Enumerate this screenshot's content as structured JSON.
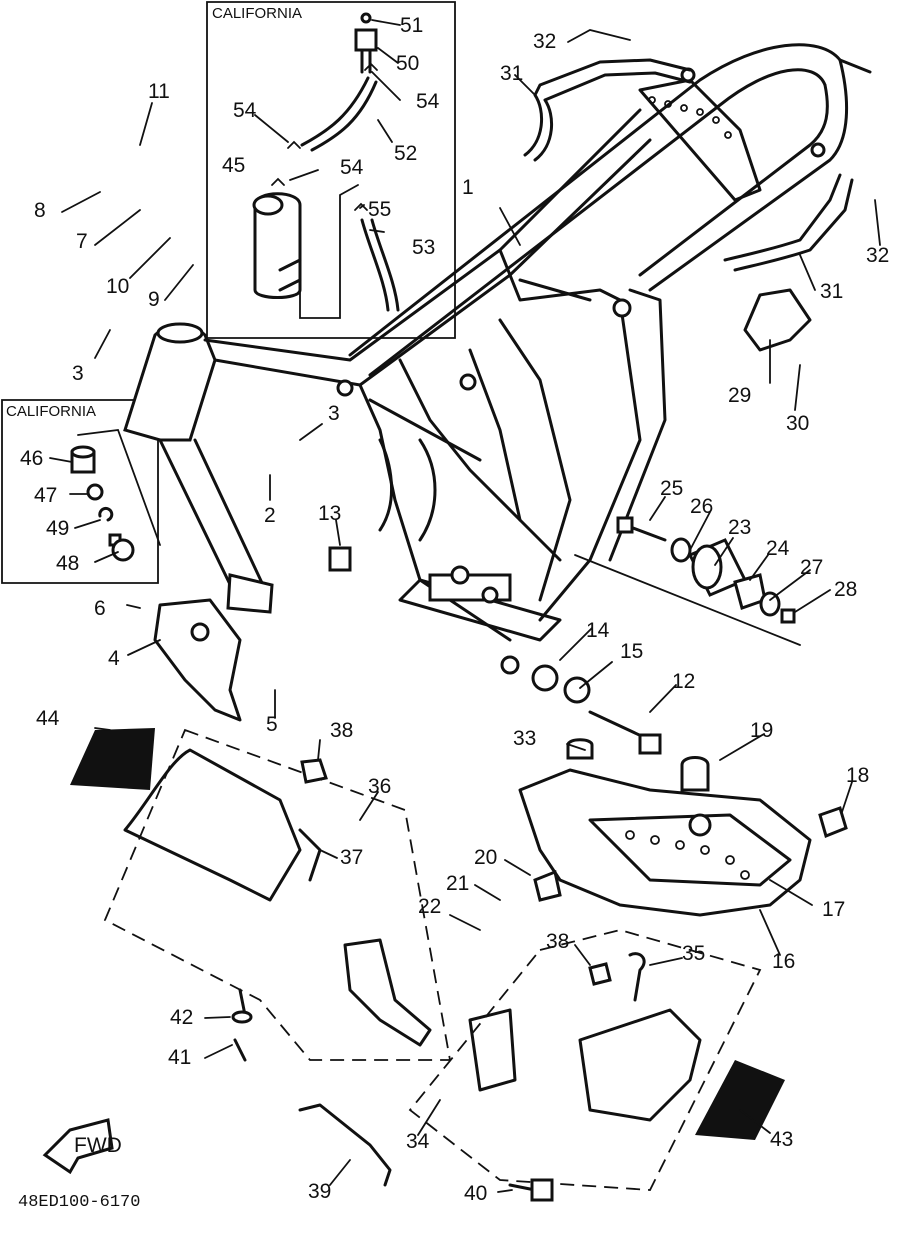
{
  "diagram": {
    "drawing_code": "48ED100-6170",
    "fwd_arrow_label": "FWD",
    "inset_boxes": [
      {
        "label": "CALIFORNIA"
      },
      {
        "label": "CALIFORNIA"
      }
    ],
    "callouts": [
      "51",
      "50",
      "54",
      "52",
      "54",
      "45",
      "54",
      "55",
      "53",
      "32",
      "31",
      "11",
      "8",
      "7",
      "10",
      "9",
      "1",
      "32",
      "31",
      "3",
      "3",
      "2",
      "29",
      "30",
      "46",
      "47",
      "49",
      "48",
      "25",
      "26",
      "23",
      "24",
      "27",
      "28",
      "13",
      "6",
      "4",
      "5",
      "14",
      "15",
      "12",
      "44",
      "38",
      "36",
      "37",
      "33",
      "19",
      "18",
      "20",
      "21",
      "22",
      "17",
      "16",
      "38",
      "35",
      "42",
      "41",
      "34",
      "43",
      "39",
      "40"
    ]
  }
}
